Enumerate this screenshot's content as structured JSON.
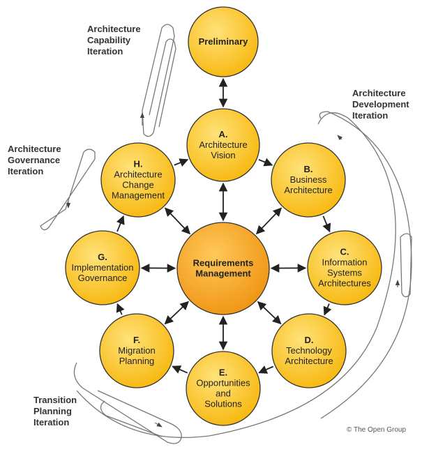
{
  "colors": {
    "node_fill": "#fbc72a",
    "node_stroke": "#333333",
    "center_fill": "#f6a623",
    "arrow": "#222222",
    "loop": "#777777"
  },
  "center": {
    "lines": [
      "Requirements",
      "Management"
    ]
  },
  "nodes": [
    {
      "id": "preliminary",
      "lines": [
        "Preliminary"
      ]
    },
    {
      "id": "a",
      "lines": [
        "A.",
        "Architecture",
        "Vision"
      ]
    },
    {
      "id": "b",
      "lines": [
        "B.",
        "Business",
        "Architecture"
      ]
    },
    {
      "id": "c",
      "lines": [
        "C.",
        "Information",
        "Systems",
        "Architectures"
      ]
    },
    {
      "id": "d",
      "lines": [
        "D.",
        "Technology",
        "Architecture"
      ]
    },
    {
      "id": "e",
      "lines": [
        "E.",
        "Opportunities",
        "and",
        "Solutions"
      ]
    },
    {
      "id": "f",
      "lines": [
        "F.",
        "Migration",
        "Planning"
      ]
    },
    {
      "id": "g",
      "lines": [
        "G.",
        "Implementation",
        "Governance"
      ]
    },
    {
      "id": "h",
      "lines": [
        "H.",
        "Architecture",
        "Change",
        "Management"
      ]
    }
  ],
  "iterations": {
    "capability": [
      "Architecture",
      "Capability",
      "Iteration"
    ],
    "development": [
      "Architecture",
      "Development",
      "Iteration"
    ],
    "governance": [
      "Architecture",
      "Governance",
      "Iteration"
    ],
    "transition": [
      "Transition",
      "Planning",
      "Iteration"
    ]
  },
  "copyright": "© The Open Group"
}
